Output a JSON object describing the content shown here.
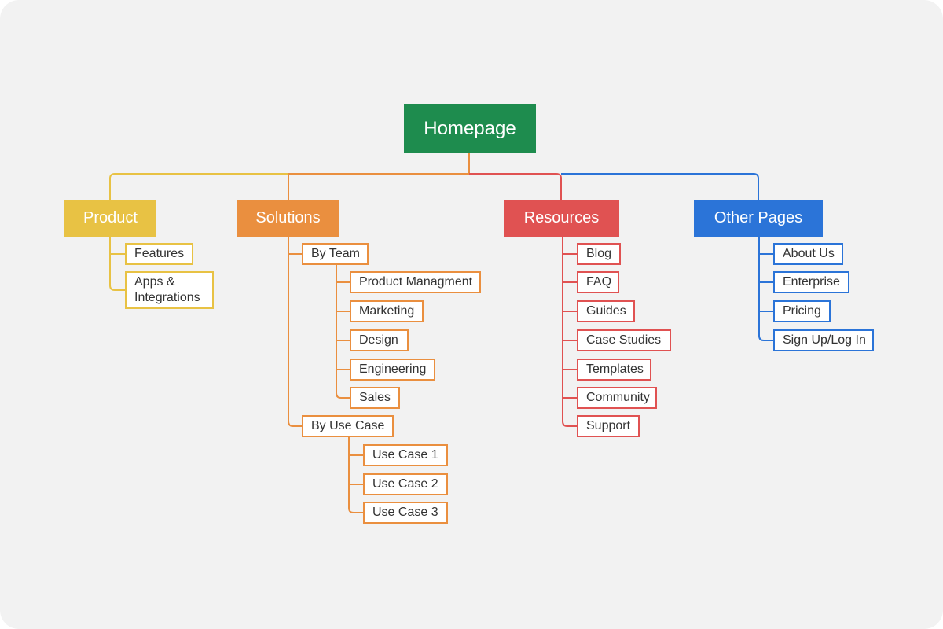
{
  "colors": {
    "root": "#1e8c4e",
    "product": "#e8c244",
    "solutions": "#ea8f3f",
    "resources": "#e05252",
    "other": "#2b74d8"
  },
  "root": {
    "label": "Homepage"
  },
  "categories": [
    {
      "id": "product",
      "label": "Product",
      "color_key": "product",
      "children": [
        {
          "label": "Features"
        },
        {
          "label": "Apps &\nIntegrations"
        }
      ]
    },
    {
      "id": "solutions",
      "label": "Solutions",
      "color_key": "solutions",
      "children": [
        {
          "label": "By Team",
          "children": [
            {
              "label": "Product Managment"
            },
            {
              "label": "Marketing"
            },
            {
              "label": "Design"
            },
            {
              "label": "Engineering"
            },
            {
              "label": "Sales"
            }
          ]
        },
        {
          "label": "By Use Case",
          "children": [
            {
              "label": "Use Case 1"
            },
            {
              "label": "Use Case 2"
            },
            {
              "label": "Use Case 3"
            }
          ]
        }
      ]
    },
    {
      "id": "resources",
      "label": "Resources",
      "color_key": "resources",
      "children": [
        {
          "label": "Blog"
        },
        {
          "label": "FAQ"
        },
        {
          "label": "Guides"
        },
        {
          "label": "Case Studies"
        },
        {
          "label": "Templates"
        },
        {
          "label": "Community"
        },
        {
          "label": "Support"
        }
      ]
    },
    {
      "id": "other",
      "label": "Other Pages",
      "color_key": "other",
      "children": [
        {
          "label": "About Us"
        },
        {
          "label": "Enterprise"
        },
        {
          "label": "Pricing"
        },
        {
          "label": "Sign Up/Log In"
        }
      ]
    }
  ]
}
